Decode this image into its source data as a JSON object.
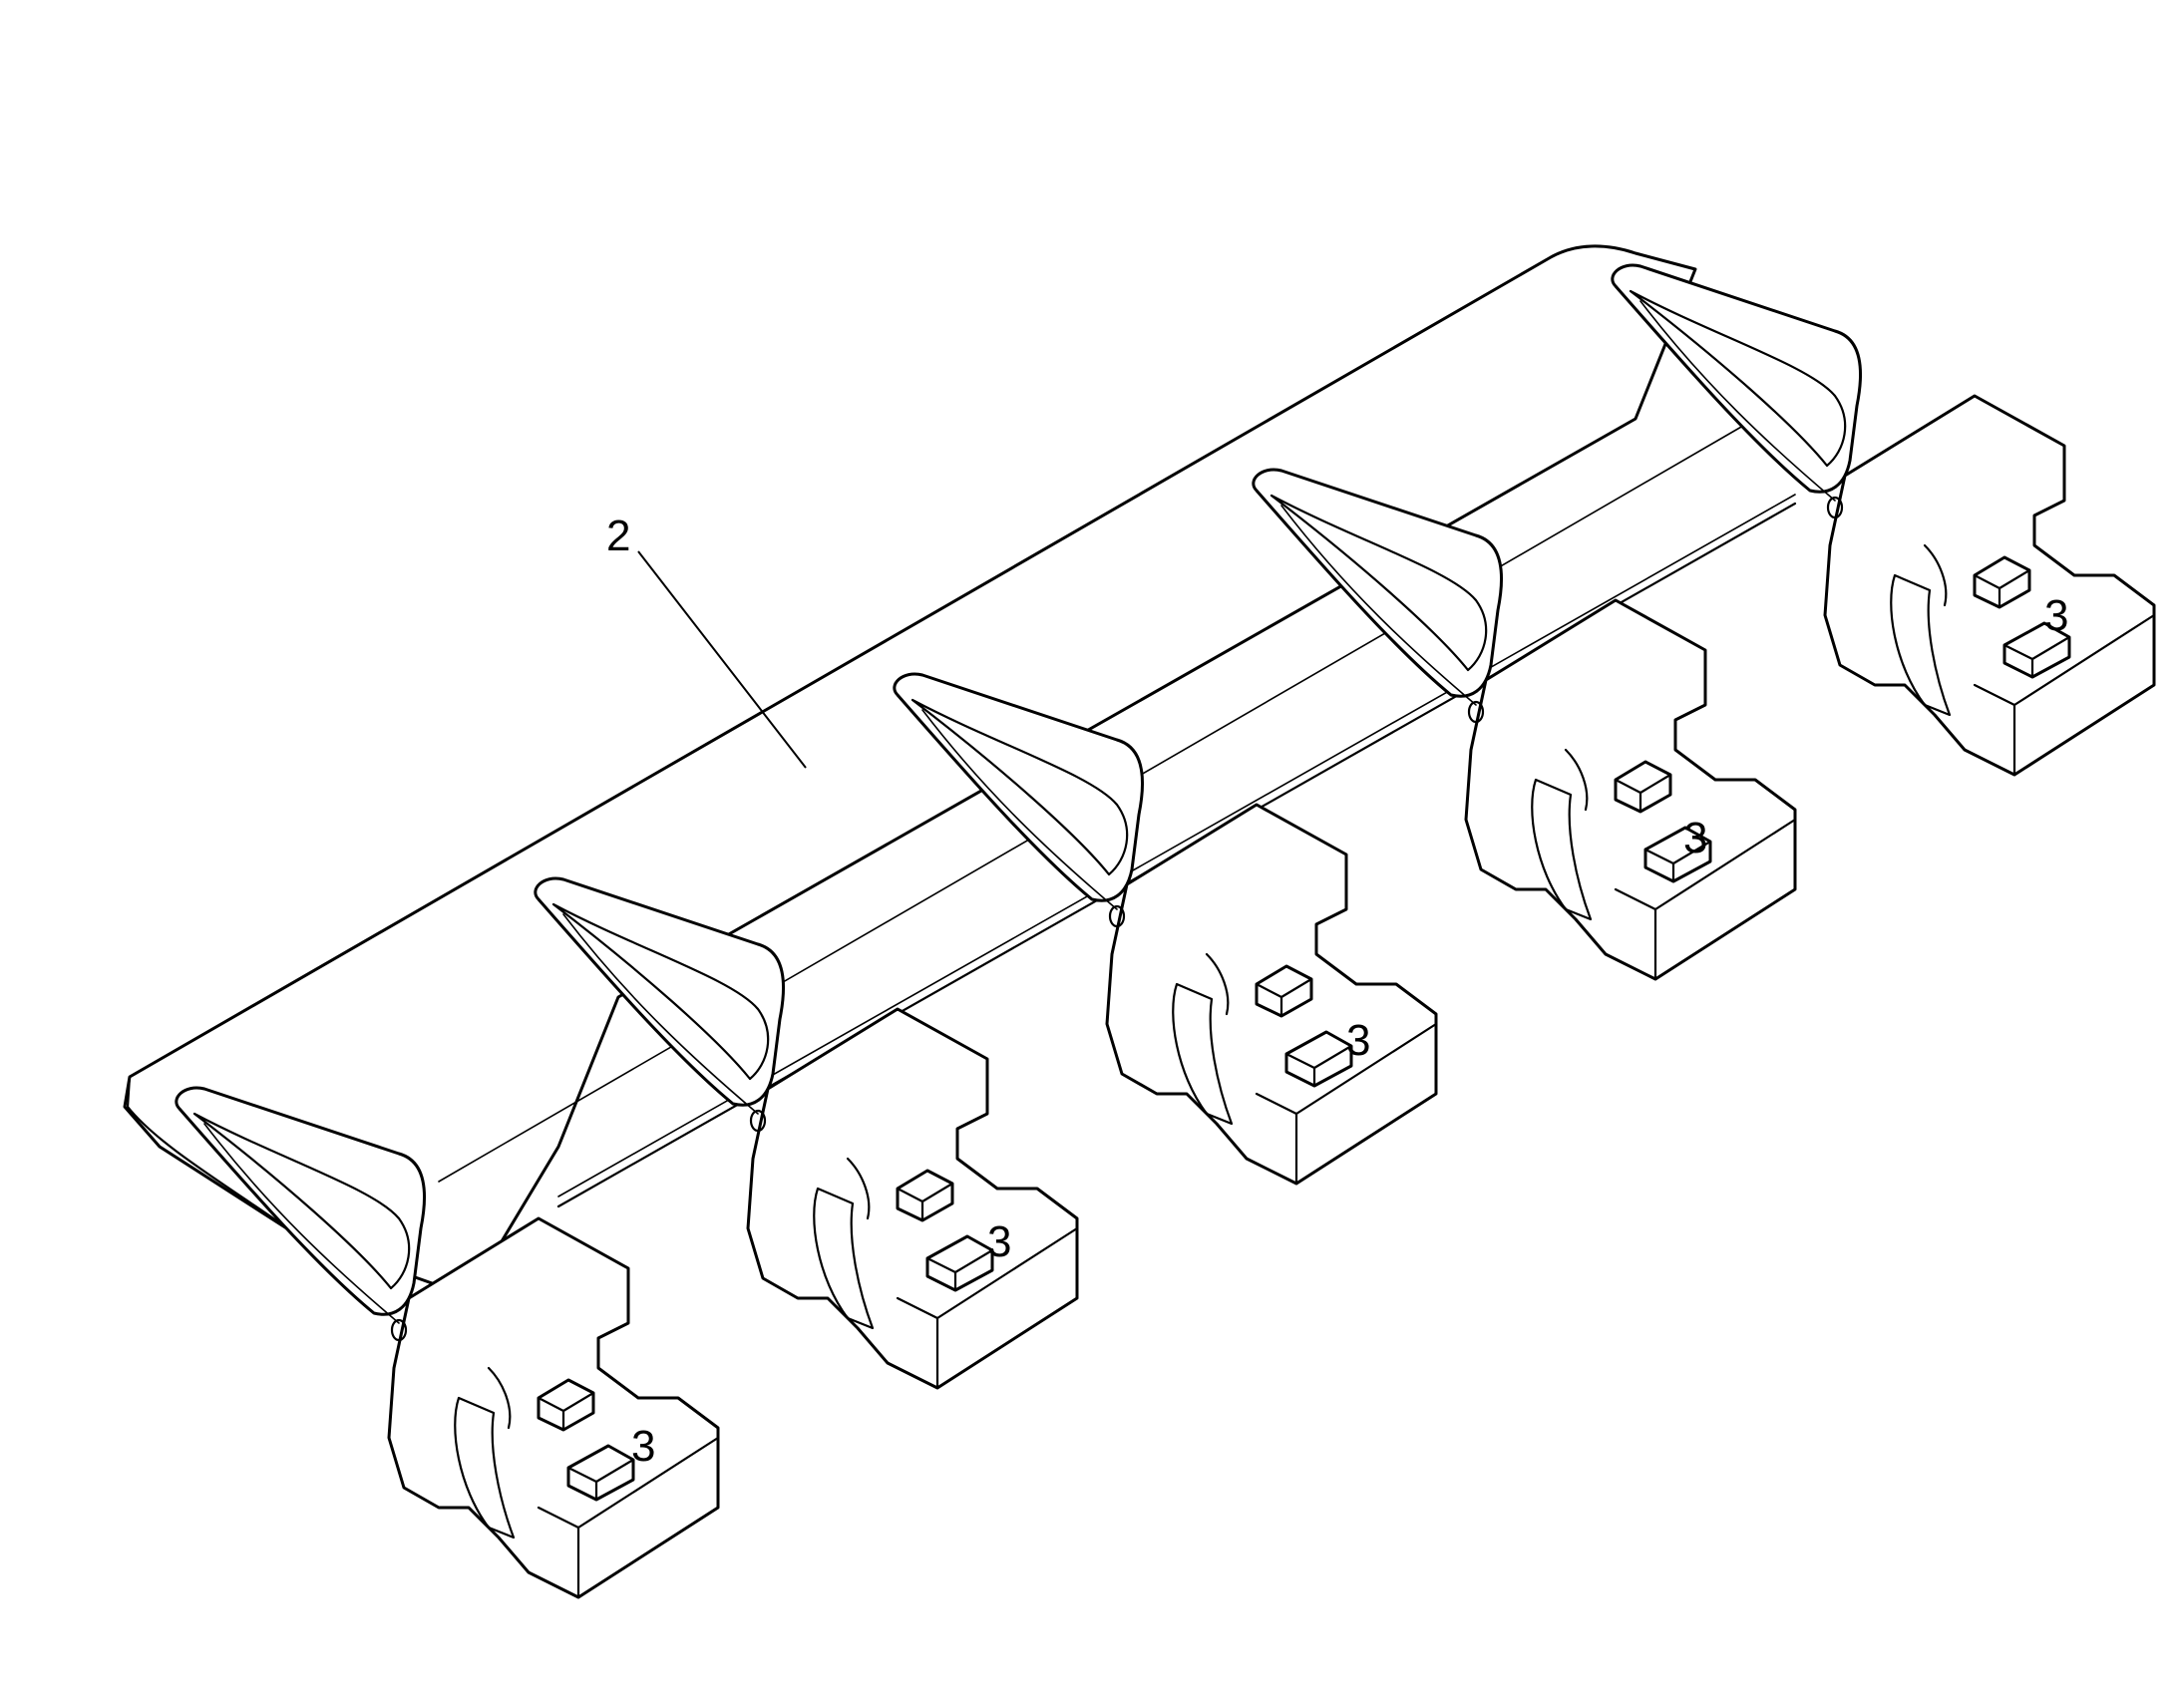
{
  "callouts": {
    "blade": "2",
    "tooth_1": "3",
    "tooth_2": "3",
    "tooth_3": "3",
    "tooth_4": "3",
    "tooth_5": "3"
  }
}
